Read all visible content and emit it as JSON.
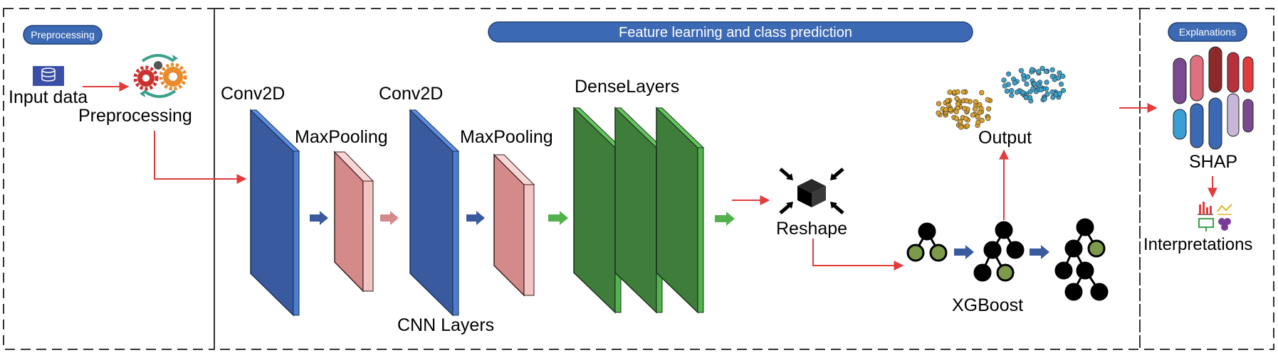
{
  "sections": {
    "preprocessing": {
      "badge": "Preprocessing"
    },
    "feature": {
      "badge": "Feature learning and class prediction"
    },
    "explanations": {
      "badge": "Explanations"
    }
  },
  "labels": {
    "input_data": "Input data",
    "preprocessing": "Preprocessing",
    "conv2d_1": "Conv2D",
    "maxpooling_1": "MaxPooling",
    "conv2d_2": "Conv2D",
    "maxpooling_2": "MaxPooling",
    "dense_layers": "DenseLayers",
    "cnn_layers": "CNN Layers",
    "reshape": "Reshape",
    "xgboost": "XGBoost",
    "output": "Output",
    "shap": "SHAP",
    "interpretations": "Interpretations"
  },
  "icons": {
    "database": "database-icon",
    "gears": "gears-cycle-icon",
    "reshape": "reshape-box-icon",
    "tree": "decision-tree-icon",
    "scatter": "cluster-scatter-icon",
    "charts": "charts-icon"
  },
  "colors": {
    "pill_fill": "#3c69b4",
    "conv": "#3a5aa0",
    "conv_edge": "#4a7fd0",
    "pool_front": "#d58a8a",
    "pool_edge": "#f2c4c4",
    "dense_front": "#3f7d3a",
    "dense_edge": "#53b24e",
    "arrow_red": "#e23b3b",
    "tree_node_dark": "#000000",
    "tree_node_leaf": "#7d9a4a",
    "cluster_orange": "#d9a02a",
    "cluster_blue": "#3a9fc9"
  }
}
